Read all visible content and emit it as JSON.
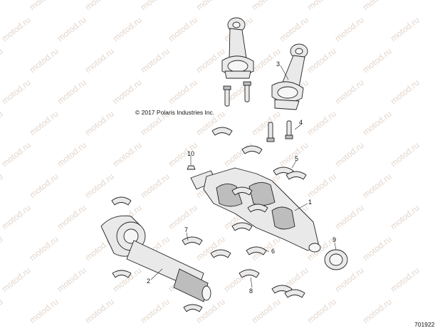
{
  "copyright": "© 2017 Polaris Industries Inc.",
  "drawing_number": "701922",
  "watermark_text": "motod.ru",
  "callouts": [
    {
      "id": "connecting-rod",
      "label": "3"
    },
    {
      "id": "rod-bolt",
      "label": "4"
    },
    {
      "id": "crankshaft",
      "label": "1"
    },
    {
      "id": "rod-bearing",
      "label": "5"
    },
    {
      "id": "plug",
      "label": "10"
    },
    {
      "id": "balance-shaft",
      "label": "2"
    },
    {
      "id": "main-bearing-7",
      "label": "7"
    },
    {
      "id": "main-bearing-6",
      "label": "6"
    },
    {
      "id": "main-bearing-8",
      "label": "8"
    },
    {
      "id": "seal",
      "label": "9"
    }
  ],
  "colors": {
    "line": "#222222",
    "part_fill": "#e9e9e9",
    "watermark": "#e3d6cc"
  }
}
